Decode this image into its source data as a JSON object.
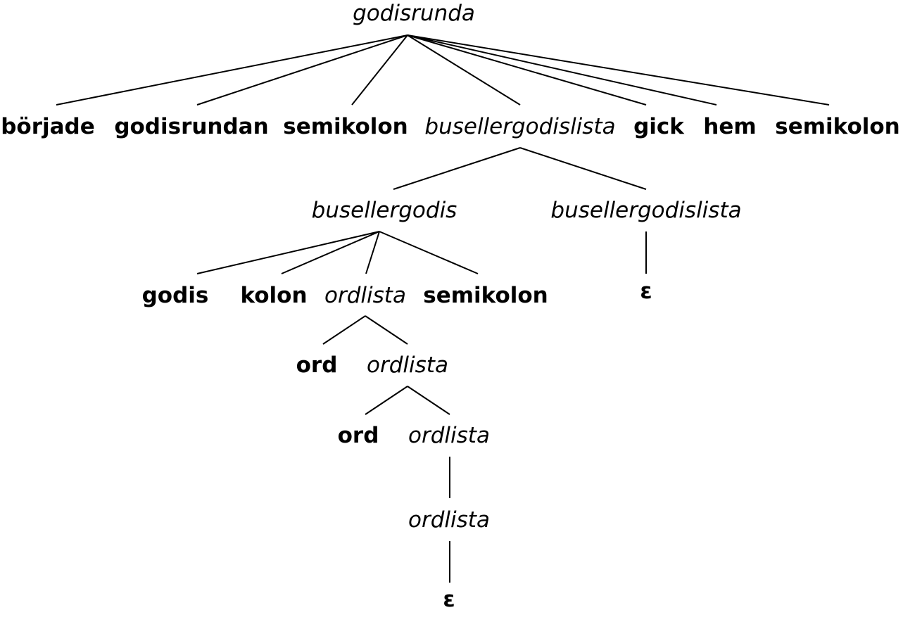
{
  "tree": {
    "root": "godisrunda",
    "level1": [
      "började",
      "godisrundan",
      "semikolon",
      "busellergodislista",
      "gick",
      "hem",
      "semikolon"
    ],
    "level2": [
      "busellergodis",
      "busellergodislista"
    ],
    "level3": [
      "godis",
      "kolon",
      "ordlista",
      "semikolon",
      "ε"
    ],
    "level4": [
      "ord",
      "ordlista"
    ],
    "level5": [
      "ord",
      "ordlista"
    ],
    "level6": [
      "ordlista"
    ],
    "level7": [
      "ε"
    ]
  }
}
